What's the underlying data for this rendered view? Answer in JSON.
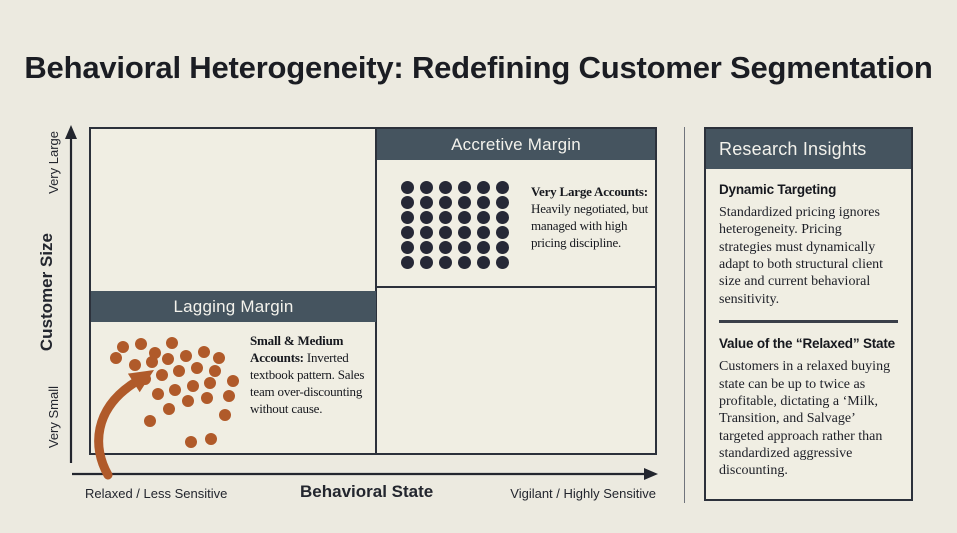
{
  "title": "Behavioral Heterogeneity: Redefining Customer Segmentation",
  "colors": {
    "cream": "#eceae0",
    "panel": "#f0eee3",
    "slate": "#45545f",
    "navy": "#262836",
    "orange": "#b05a2a",
    "border": "#2c313b",
    "ink": "#1b1d23"
  },
  "y_axis": {
    "title": "Customer Size",
    "top_label": "Very Large",
    "bottom_label": "Very Small"
  },
  "x_axis": {
    "title": "Behavioral State",
    "left_label": "Relaxed / Less Sensitive",
    "right_label": "Vigilant / Highly Sensitive"
  },
  "quadrants": {
    "accretive": {
      "header": "Accretive Margin",
      "annotation_lead": "Very Large Accounts:",
      "annotation_body": " Heavily negotiated, but managed with high pricing discipline.",
      "dot_grid": {
        "rows": 6,
        "cols": 6
      }
    },
    "lagging": {
      "header": "Lagging Margin",
      "annotation_lead": "Small & Medium Accounts:",
      "annotation_body": " Inverted textbook pattern. Sales team over-discounting without cause.",
      "scatter": [
        [
          32,
          218
        ],
        [
          50,
          215
        ],
        [
          64,
          224
        ],
        [
          81,
          214
        ],
        [
          25,
          229
        ],
        [
          44,
          236
        ],
        [
          61,
          233
        ],
        [
          77,
          230
        ],
        [
          95,
          227
        ],
        [
          113,
          223
        ],
        [
          128,
          229
        ],
        [
          54,
          250
        ],
        [
          71,
          246
        ],
        [
          88,
          242
        ],
        [
          106,
          239
        ],
        [
          124,
          242
        ],
        [
          142,
          252
        ],
        [
          67,
          265
        ],
        [
          84,
          261
        ],
        [
          102,
          257
        ],
        [
          119,
          254
        ],
        [
          138,
          267
        ],
        [
          59,
          292
        ],
        [
          78,
          280
        ],
        [
          97,
          272
        ],
        [
          116,
          269
        ],
        [
          100,
          313
        ],
        [
          120,
          310
        ],
        [
          134,
          286
        ]
      ]
    }
  },
  "sidebar": {
    "header": "Research Insights",
    "sections": [
      {
        "heading": "Dynamic Targeting",
        "body": "Standardized pricing ignores heterogeneity. Pricing strategies must dynamically adapt to both structural client size and current behavioral sensitivity."
      },
      {
        "heading": "Value of the “Relaxed” State",
        "body": "Customers in a relaxed buying state can be up to twice as profitable, dictating a ‘Milk, Transition, and Salvage’ targeted approach rather than standardized aggressive discounting."
      }
    ]
  }
}
